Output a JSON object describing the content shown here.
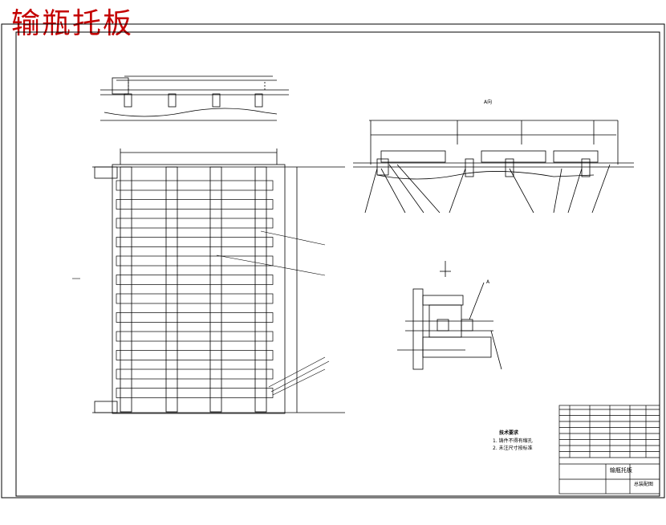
{
  "title": "输瓶托板",
  "colors": {
    "ink": "#000000",
    "title_red": "#c40000",
    "paper": "#ffffff"
  },
  "views": {
    "section_view": {
      "label": "A向"
    },
    "detail_view": {
      "label": "A"
    }
  },
  "technical_notes": {
    "heading": "技术要求",
    "lines": [
      "1. 铸件不得有缩孔",
      "2. 未注尺寸按标准"
    ]
  },
  "title_block": {
    "part_name": "输瓶托板",
    "drawing_no": "总装配图"
  }
}
